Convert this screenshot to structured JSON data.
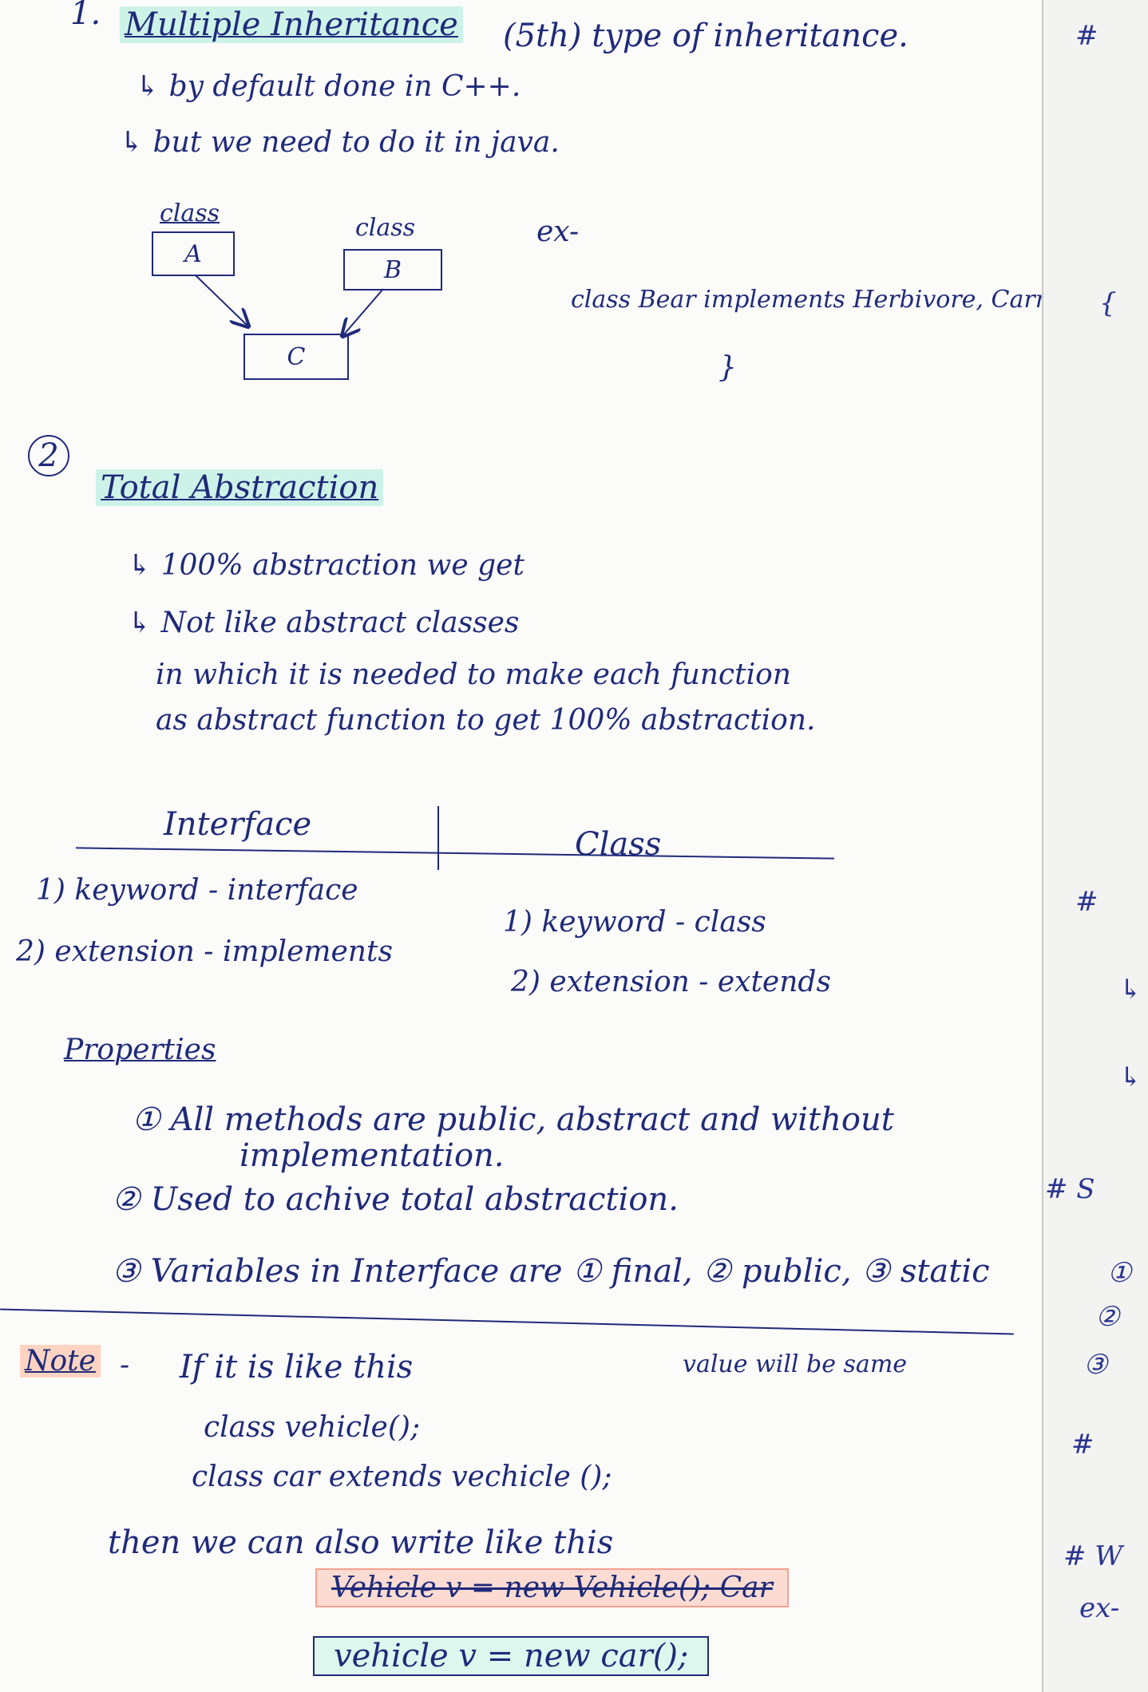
{
  "s1": {
    "num": "1.",
    "title": "Multiple Inheritance",
    "title_suffix": "(5th) type of inheritance.",
    "line1": "↳ by default done in C++.",
    "line2": "↳ but we need to do it in java.",
    "diagram": {
      "label_a": "class",
      "label_b": "class",
      "box_a": "A",
      "box_b": "B",
      "box_c": "C"
    },
    "ex_label": "ex-",
    "ex_code": "class Bear implements Herbivore, Carnivore {",
    "ex_close": "}"
  },
  "s2": {
    "num": "2",
    "title": "Total Abstraction",
    "line1": "↳ 100% abstraction we get",
    "line2": "↳ Not like abstract classes",
    "line3": "in which it is needed to make each function",
    "line4": "as abstract function to get 100% abstraction."
  },
  "table": {
    "col1_header": "Interface",
    "col2_header": "Class",
    "left_rows": [
      "1) keyword - interface",
      "2) extension - implements"
    ],
    "right_rows": [
      "1) keyword - class",
      "2) extension - extends"
    ]
  },
  "properties": {
    "heading": "Properties",
    "items": [
      "① All methods are public, abstract and without",
      "implementation.",
      "② Used to achive total abstraction.",
      "③ Variables in Interface are ① final, ② public, ③ static"
    ],
    "value_note": "value will be same"
  },
  "note": {
    "label": "Note",
    "dash": "-",
    "line1": "If it is like this",
    "code1": "class vehicle();",
    "code2": "class car extends vechicle ();",
    "line2": "then we can also write like this",
    "struck": "Vehicle v = new Vehicle(); Car",
    "final": "vehicle v = new car();"
  },
  "right_fragments": [
    "#",
    "{",
    "#",
    "↳",
    "↳",
    "# S",
    "①",
    "②",
    "③",
    "#",
    "# W",
    "ex-"
  ]
}
